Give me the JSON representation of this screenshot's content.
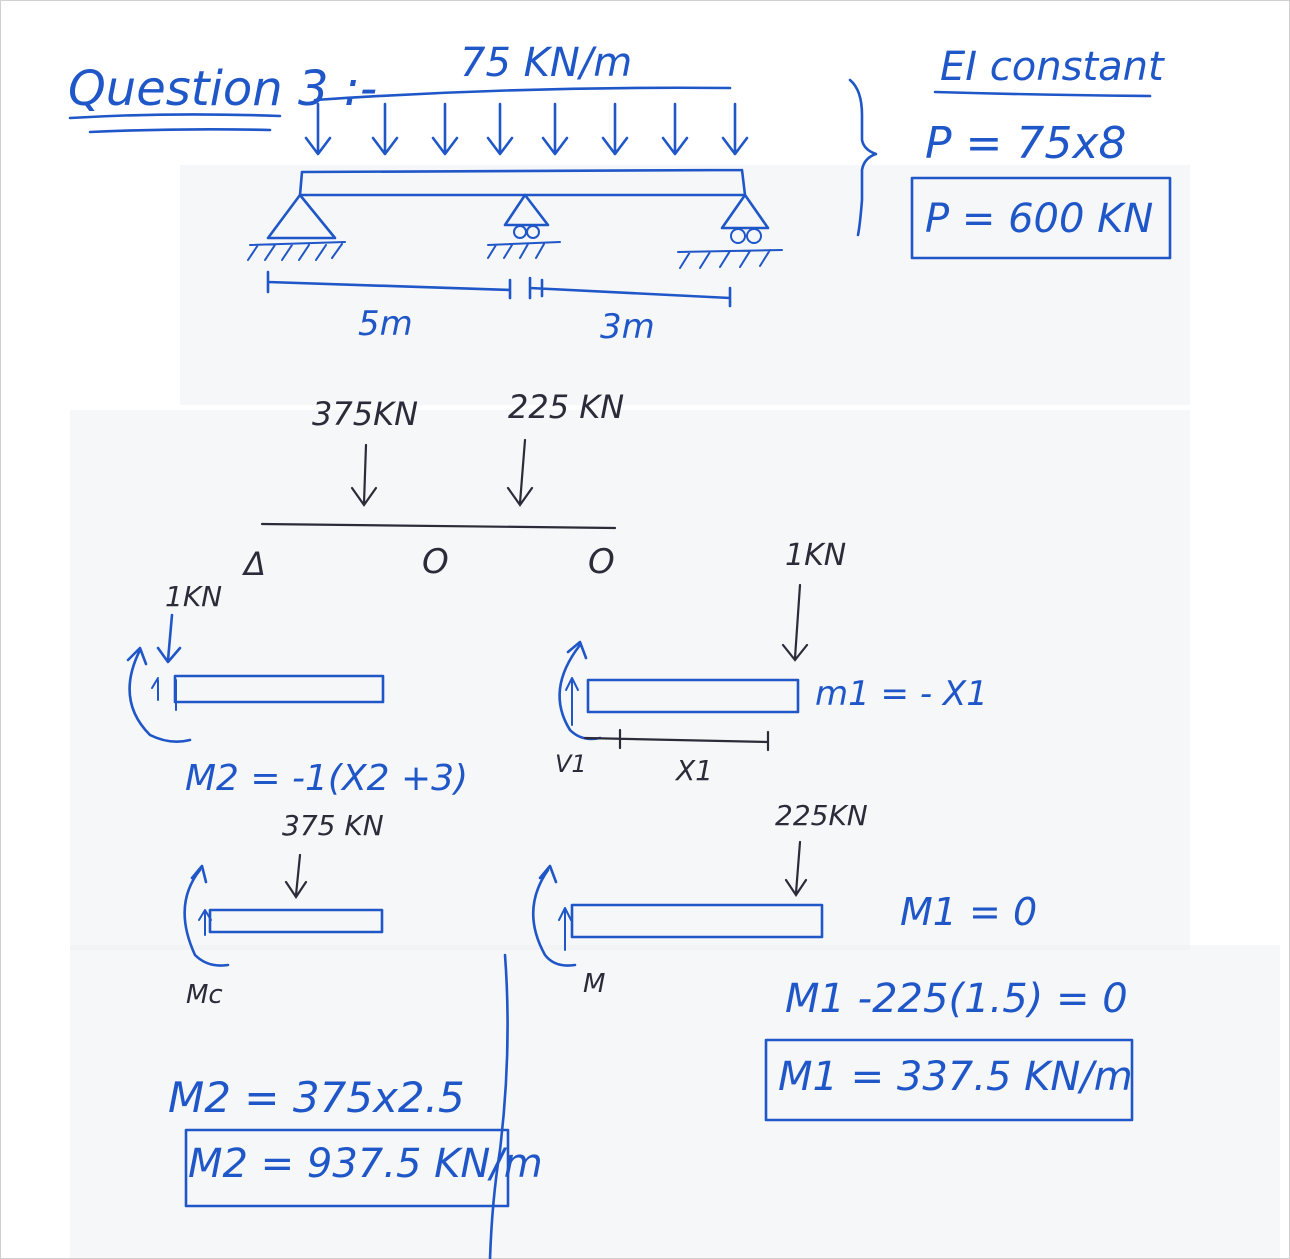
{
  "title": "Question 3 :-",
  "load": "75 KN/m",
  "note": {
    "ei": "EI constant",
    "p_calc": "P = 75x8",
    "p_result": "P = 600 KN"
  },
  "spans": {
    "left": "5m",
    "right": "3m"
  },
  "resolved_loads": {
    "first": "375KN",
    "second": "225 KN"
  },
  "support_symbols": {
    "pin": "Δ",
    "roller_a": "O",
    "roller_b": "O"
  },
  "unit_load_left": "1KN",
  "unit_load_right": "1KN",
  "m2_expr": "M2 = -1(X2 +3)",
  "m1_expr": "m1 = - X1",
  "v1_label": "V1",
  "x1_label": "X1",
  "force_375": "375 KN",
  "force_225": "225KN",
  "mc_label": "Mc",
  "m_label": "M",
  "m1_zero": "M1 = 0",
  "m1_equation": "M1 -225(1.5) = 0",
  "m1_result": "M1 = 337.5 KN/m",
  "m2_equation": "M2 = 375x2.5",
  "m2_result": "M2 = 937.5 KN/m"
}
